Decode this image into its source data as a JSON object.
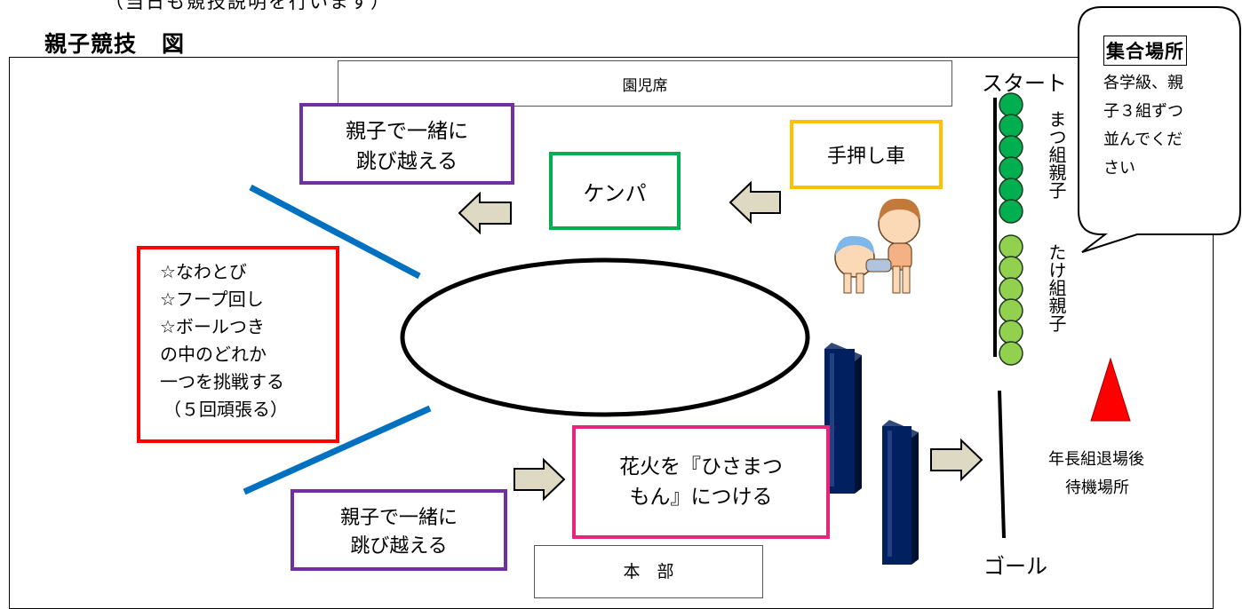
{
  "header": {
    "note": "（当日も競技説明を行います）",
    "title": "親子競技",
    "title_suffix": "図"
  },
  "labels": {
    "children_seats": "園児席",
    "start": "スタート",
    "goal": "ゴール",
    "headquarters": "本　部",
    "waiting_area_line1": "年長組退場後",
    "waiting_area_line2": "待機場所",
    "matsu_group": "まつ組親子",
    "take_group": "たけ組親子"
  },
  "stations": {
    "jump_top_line1": "親子で一緒に",
    "jump_top_line2": "跳び越える",
    "kenpa": "ケンパ",
    "wheelbarrow": "手押し車",
    "challenge_lines": [
      "☆なわとび",
      "☆フープ回し",
      "☆ボールつき",
      "の中のどれか",
      "一つを挑戦する",
      "（５回頑張る）"
    ],
    "fireworks_line1": "花火を『ひさまつ",
    "fireworks_line2": "もん』につける",
    "jump_bottom_line1": "親子で一緒に",
    "jump_bottom_line2": "跳び越える"
  },
  "callout": {
    "title": "集合場所",
    "lines": [
      "各学級、親",
      "子３組ずつ",
      "並んでくだ",
      "さい"
    ]
  },
  "colors": {
    "purple": "#7030a0",
    "green": "#00b050",
    "yellow": "#ffc000",
    "red": "#ff0000",
    "pink": "#e6267a",
    "blue_line": "#0070c0",
    "dark_green_circle": "#00b050",
    "light_green_circle": "#92d050",
    "arrow_fill": "#ddd9c3",
    "block_navy": "#002060",
    "cone_red": "#ff0000"
  }
}
